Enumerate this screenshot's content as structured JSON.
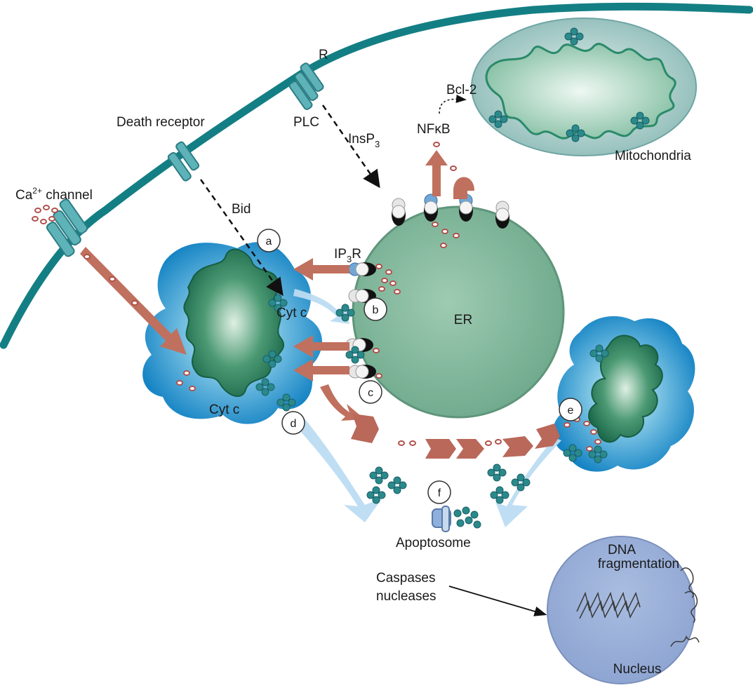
{
  "labels": {
    "r": "R",
    "plc": "PLC",
    "death_receptor": "Death receptor",
    "ca_channel_base": "Ca",
    "ca_channel_sup": "2+",
    "ca_channel_rest": " channel",
    "bid": "Bid",
    "insp3_base": "InsP",
    "insp3_sub": "3",
    "ip3r_base": "IP",
    "ip3r_sub": "3",
    "ip3r_rest": "R",
    "bcl2": "Bcl-2",
    "nfkb": "NFκB",
    "mitochondria": "Mitochondria",
    "er": "ER",
    "cytc_top": "Cyt c",
    "cytc_bottom": "Cyt c",
    "apoptosome": "Apoptosome",
    "dna_fragmentation_line1": "DNA",
    "dna_fragmentation_line2": "fragmentation",
    "caspases_line1": "Caspases",
    "caspases_line2": "nucleases",
    "nucleus": "Nucleus"
  },
  "step_markers": [
    "a",
    "b",
    "c",
    "d",
    "e",
    "f"
  ],
  "colors": {
    "membrane": "#137f84",
    "receptor": "#4fa6ad",
    "er_fill": "#7fb59a",
    "mito_outer": "#1a8cc8",
    "mito_inner": "#2f7a5a",
    "mito_far": "#8dbcb9",
    "calcium_arrow": "#c0705e",
    "cyt_c": "#2a8a8a",
    "nucleus": "#98aed6",
    "release_arrow": "#bcdcf2"
  }
}
